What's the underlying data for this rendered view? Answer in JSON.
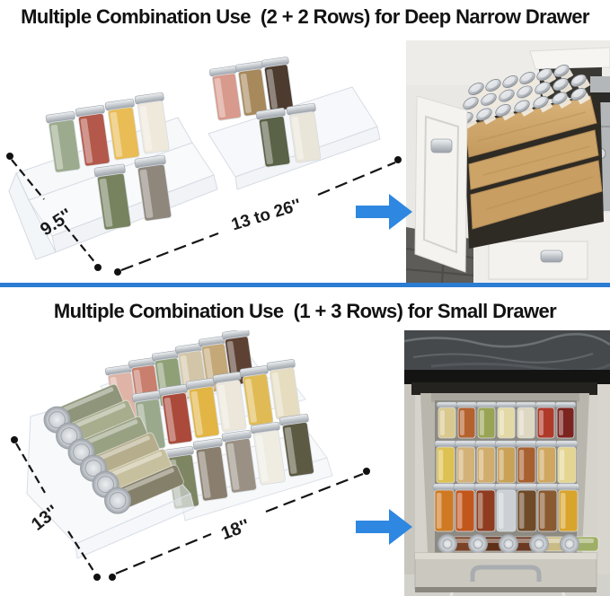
{
  "colors": {
    "arrow_blue": "#2e87e0",
    "divider_blue": "#2b7cd3",
    "title_black": "#121212",
    "dimension_black": "#1a1a1a"
  },
  "top_panel": {
    "title": "Multiple Combination Use  (2 + 2 Rows) for Deep Narrow Drawer",
    "dims": {
      "depth": "9.5''",
      "width": "13 to 26''"
    },
    "organizer": {
      "unitA_top": [
        "#9cab8d",
        "#b3584a",
        "#e9bc55",
        "#efe9dc"
      ],
      "unitA_front": [
        "#77825f",
        "#8f877c"
      ],
      "unitB_top": [
        "#d89a8c",
        "#a8895c",
        "#4c3b2e"
      ],
      "unitB_front": [
        "#5a6247",
        "#e9e5d8"
      ]
    },
    "drawer_photo": {
      "cap_row_back": 6,
      "cap_row_mid": 7,
      "cap_row_front": 7
    }
  },
  "bottom_panel": {
    "title": "Multiple Combination Use  (1 + 3 Rows) for Small Drawer",
    "dims": {
      "depth": "13''",
      "width": "18''"
    },
    "organizer": {
      "lying_row": [
        "#8e957a",
        "#a8ad8e",
        "#99a183",
        "#b5ad8c",
        "#c7c09e",
        "#85806a"
      ],
      "tier_back": [
        "#dfb4a6",
        "#c97f6d",
        "#8fa077",
        "#d3c6a8",
        "#c4a878",
        "#5d4233"
      ],
      "tier_mid": [
        "#9aa88c",
        "#ab4a3a",
        "#e2b545",
        "#ece7da",
        "#e0bb55",
        "#e6dcc0"
      ],
      "tier_front": [
        "#7d8563",
        "#8a7f6e",
        "#9a9184",
        "#efece2",
        "#5c5a42"
      ]
    },
    "drawer_photo": {
      "row_back": [
        "#d9c98f",
        "#b4622e",
        "#9aa455",
        "#e3d9a6",
        "#ded7c2",
        "#b03a2a",
        "#7c2420"
      ],
      "row_mid": [
        "#ddc152",
        "#d2b277",
        "#d0ad6d",
        "#c9a258",
        "#a8602f",
        "#cfa75f",
        "#e4d691"
      ],
      "row_front": [
        "#cf7a22",
        "#c2571e",
        "#8f3c20",
        "#ccd0d4",
        "#6e4a28",
        "#8a5a30",
        "#d9a42c"
      ],
      "row_lying": [
        "#7a4226",
        "#5f3018",
        "#6b3a22",
        "#cabb86",
        "#9fae66"
      ]
    }
  }
}
